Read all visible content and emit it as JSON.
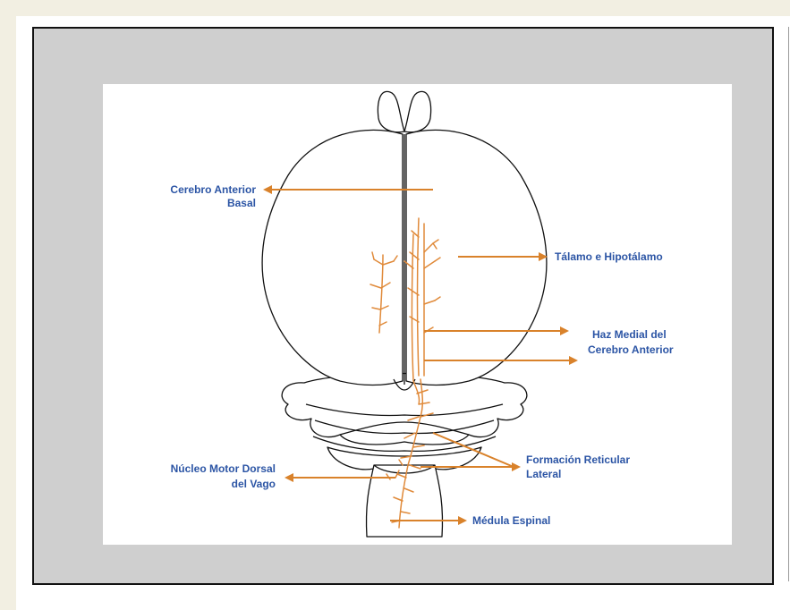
{
  "colors": {
    "page_background": "#f2efe2",
    "frame_background": "#cfcfcf",
    "label_text": "#2c55a5",
    "pathway": "#e08a3a"
  },
  "labels": {
    "forebrain_line1": "Cerebro Anterior",
    "forebrain_line2": "Basal",
    "thalamus": "Tálamo e Hipotálamo",
    "mfb_line1": "Haz Medial del",
    "mfb_line2": "Cerebro Anterior",
    "reticular_line1": "Formación Reticular",
    "reticular_line2": "Lateral",
    "vagus_line1": "Núcleo Motor Dorsal",
    "vagus_line2": "del Vago",
    "spinal": "Médula Espinal"
  }
}
